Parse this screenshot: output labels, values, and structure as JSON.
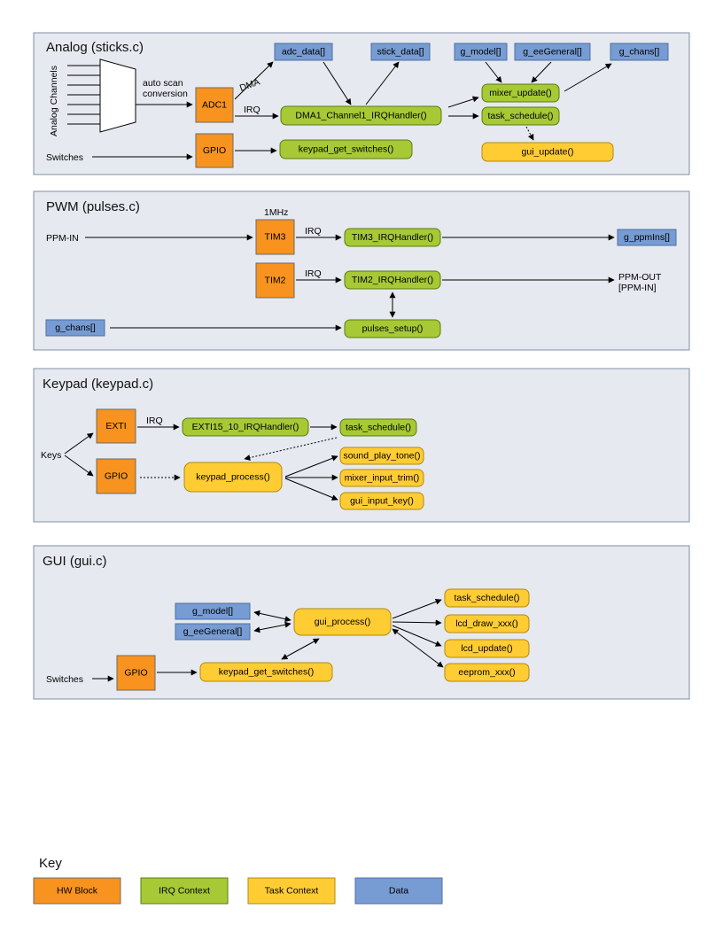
{
  "panels": {
    "analog": {
      "title": "Analog (sticks.c)",
      "analog_channels": "Analog Channels",
      "auto_scan_1": "auto scan",
      "auto_scan_2": "conversion",
      "dma": "DMA",
      "irq": "IRQ",
      "switches": "Switches",
      "adc1": "ADC1",
      "gpio": "GPIO",
      "adc_data": "adc_data[]",
      "stick_data": "stick_data[]",
      "g_model": "g_model[]",
      "g_eegeneral": "g_eeGeneral[]",
      "g_chans": "g_chans[]",
      "dma_handler": "DMA1_Channel1_IRQHandler()",
      "mixer_update": "mixer_update()",
      "task_schedule": "task_schedule()",
      "keypad_get_switches": "keypad_get_switches()",
      "gui_update": "gui_update()"
    },
    "pwm": {
      "title": "PWM (pulses.c)",
      "mhz": "1MHz",
      "ppm_in": "PPM-IN",
      "tim3": "TIM3",
      "tim2": "TIM2",
      "irq1": "IRQ",
      "irq2": "IRQ",
      "tim3_handler": "TIM3_IRQHandler()",
      "tim2_handler": "TIM2_IRQHandler()",
      "g_ppmins": "g_ppmIns[]",
      "ppm_out_1": "PPM-OUT",
      "ppm_out_2": "[PPM-IN]",
      "g_chans": "g_chans[]",
      "pulses_setup": "pulses_setup()"
    },
    "keypad": {
      "title": "Keypad (keypad.c)",
      "keys": "Keys",
      "exti": "EXTI",
      "gpio": "GPIO",
      "irq": "IRQ",
      "exti_handler": "EXTI15_10_IRQHandler()",
      "task_schedule": "task_schedule()",
      "keypad_process": "keypad_process()",
      "sound_play_tone": "sound_play_tone()",
      "mixer_input_trim": "mixer_input_trim()",
      "gui_input_key": "gui_input_key()"
    },
    "gui": {
      "title": "GUI (gui.c)",
      "g_model": "g_model[]",
      "g_eegeneral": "g_eeGeneral[]",
      "gui_process": "gui_process()",
      "task_schedule": "task_schedule()",
      "lcd_draw": "lcd_draw_xxx()",
      "lcd_update": "lcd_update()",
      "eeprom": "eeprom_xxx()",
      "switches": "Switches",
      "gpio": "GPIO",
      "keypad_get_switches": "keypad_get_switches()"
    }
  },
  "key": {
    "title": "Key",
    "hw": "HW Block",
    "irq": "IRQ Context",
    "task": "Task Context",
    "data": "Data"
  },
  "colors": {
    "hw_block": "#f7931e",
    "irq_context": "#a6c935",
    "task_context": "#ffcc33",
    "data": "#779cd3",
    "panel": "#e6e9ef"
  }
}
